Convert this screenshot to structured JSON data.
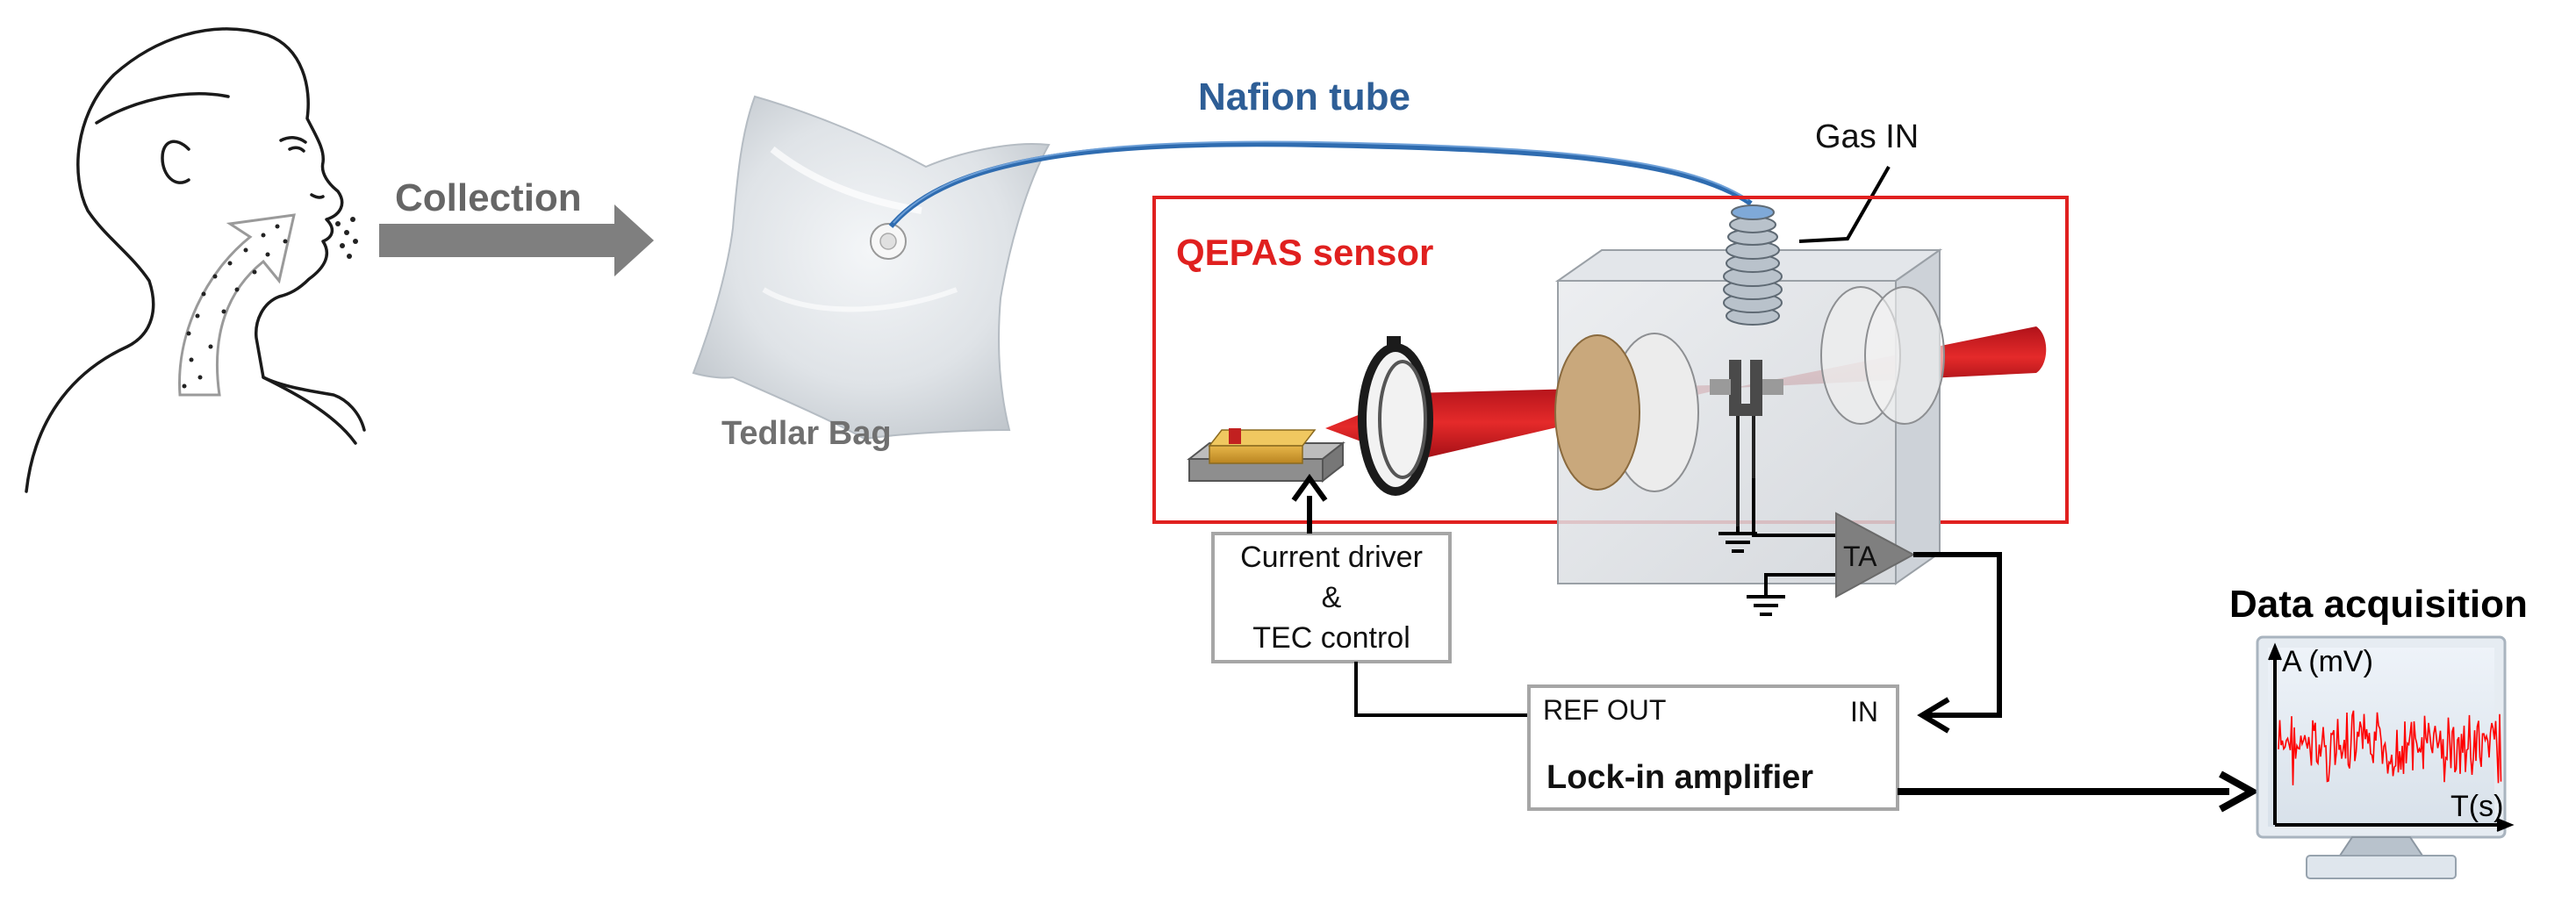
{
  "labels": {
    "collection": "Collection",
    "nafion_tube": "Nafion tube",
    "gas_in": "Gas IN",
    "qepas_sensor": "QEPAS sensor",
    "tedlar_bag": "Tedlar Bag",
    "current_driver_line1": "Current driver",
    "current_driver_line2": "&",
    "current_driver_line3": "TEC control",
    "ta": "TA",
    "ref_out": "REF OUT",
    "in": "IN",
    "lockin": "Lock-in amplifier",
    "data_acquisition": "Data acquisition",
    "y_axis": "A (mV)",
    "x_axis": "T(s)"
  },
  "colors": {
    "collection_text": "#666666",
    "nafion_text": "#2E5E96",
    "nafion_tube": "#2F6CB0",
    "qepas_red": "#E0201F",
    "beam_red": "#D7191C",
    "box_border": "#A6A6A6",
    "arrow_gray": "#7F7F7F",
    "signal_red": "#FF0000"
  },
  "icons": {
    "person": "person-exhaling-icon",
    "bag": "tedlar-bag-icon",
    "laser": "laser-source-icon",
    "lens": "focusing-lens-icon",
    "cell": "acoustic-detection-cell-icon",
    "ground": "ground-symbol-icon",
    "monitor": "monitor-icon"
  }
}
